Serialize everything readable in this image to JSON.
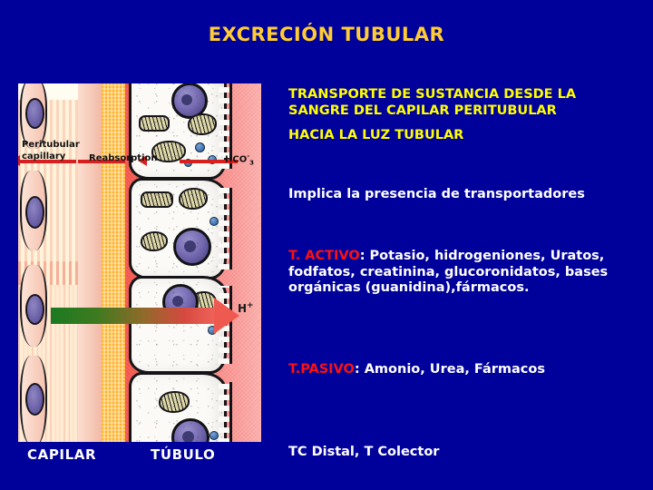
{
  "slide": {
    "background_color": "#00009B",
    "title": "EXCRECIÓN TUBULAR",
    "title_color": "#FFCC33"
  },
  "figure": {
    "alt_name": "peritubular-capillary-tubule-diagram",
    "labels": {
      "peritubular_capillary": "Peritubular\ncapillary",
      "peritubular_capillary_line1": "Peritubular",
      "peritubular_capillary_line2": "capillary",
      "reabsorption": "Reabsorption",
      "bicarbonate": "HCO",
      "bicarbonate_sub": "3",
      "bicarbonate_sup": "-",
      "hydrogen_ion": "H",
      "hydrogen_ion_sup": "+"
    },
    "colors": {
      "capillary_lumen": "#FDF2D8",
      "endothelium": "#F6C7B5",
      "basement_band": "#FFB22E",
      "interstitium_red": "#F4574E",
      "tubular_cell": "#FBFAF6",
      "nucleus": "#6F64AB",
      "mitochondria": "#DDD6A6",
      "arrow_red": "#D81F1F",
      "gradient_arrow_start": "#1A7A22",
      "gradient_arrow_end": "#EF5A50"
    }
  },
  "bottom_labels": {
    "capilar": "CAPILAR",
    "tubulo": "TÚBULO",
    "color": "#FFFFFF"
  },
  "text_column": {
    "transporte_line1": "TRANSPORTE DE SUSTANCIA DESDE LA",
    "transporte_line2": "SANGRE DEL CAPILAR PERITUBULAR",
    "hacia": "HACIA LA LUZ TUBULAR",
    "implica": "Implica la presencia de transportadores",
    "activo_label": "T. ACTIVO",
    "activo_body": ": Potasio, hidrogeniones, Uratos, fodfatos, creatinina, glucoronidatos, bases orgánicas (guanidina),fármacos.",
    "pasivo_label": "T.PASIVO",
    "pasivo_body": ": Amonio, Urea, Fármacos",
    "tc_distal": "TC Distal, T Colector",
    "yellow": "#FFFF00",
    "white": "#FFFFFF",
    "red": "#FF1010"
  }
}
